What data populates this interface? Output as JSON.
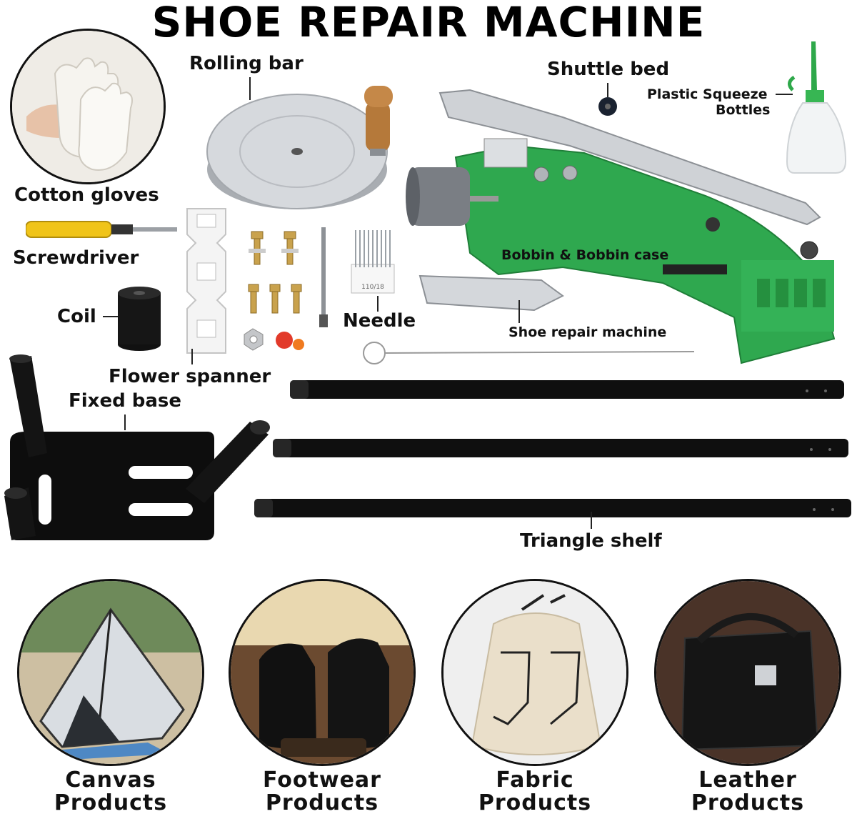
{
  "title": "SHOE REPAIR MACHINE",
  "parts": {
    "rolling_bar": "Rolling bar",
    "shuttle_bed": "Shuttle bed",
    "squeeze_bottles_1": "Plastic Squeeze",
    "squeeze_bottles_2": "Bottles",
    "cotton_gloves": "Cotton gloves",
    "screwdriver": "Screwdriver",
    "bobbin_case": "Bobbin & Bobbin case",
    "coil": "Coil",
    "needle": "Needle",
    "shoe_repair_machine": "Shoe repair machine",
    "flower_spanner": "Flower spanner",
    "fixed_base": "Fixed base",
    "triangle_shelf": "Triangle shelf"
  },
  "needle_pack_text": "110/18",
  "applications": [
    {
      "line1": "Canvas",
      "line2": "Products"
    },
    {
      "line1": "Footwear",
      "line2": "Products"
    },
    {
      "line1": "Fabric",
      "line2": "Products"
    },
    {
      "line1": "Leather",
      "line2": "Products"
    }
  ],
  "colors": {
    "machine_green": "#2fa84f",
    "metal": "#c9ccd1",
    "black": "#111111",
    "handle_wood": "#b07a3c"
  }
}
